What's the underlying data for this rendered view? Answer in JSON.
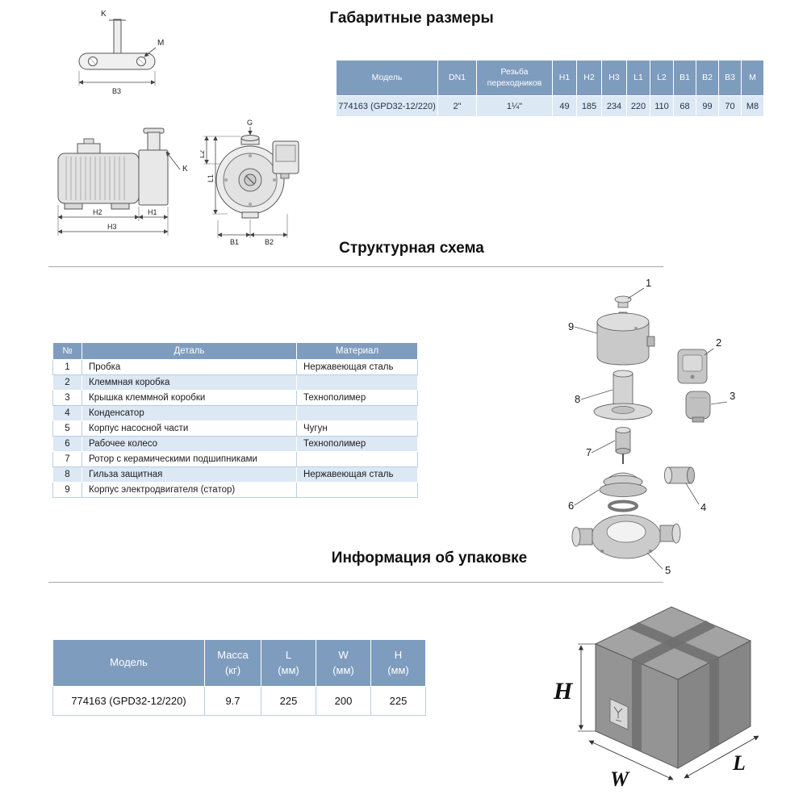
{
  "titles": {
    "dimensions": "Габаритные размеры",
    "structure": "Структурная схема",
    "packaging": "Информация об упаковке"
  },
  "colors": {
    "header_bg": "#7E9CBE",
    "row_alt_bg": "#DCE8F4",
    "grid_line": "#B9CEE0",
    "divider": "#A8A8A8"
  },
  "dim_table": {
    "headers": [
      "Модель",
      "DN1",
      "Резьба переходников",
      "H1",
      "H2",
      "H3",
      "L1",
      "L2",
      "B1",
      "B2",
      "B3",
      "M"
    ],
    "row": [
      "774163 (GPD32-12/220)",
      "2\"",
      "1¼\"",
      "49",
      "185",
      "234",
      "220",
      "110",
      "68",
      "99",
      "70",
      "M8"
    ]
  },
  "parts_table": {
    "headers": [
      "№",
      "Деталь",
      "Материал"
    ],
    "rows": [
      [
        "1",
        "Пробка",
        "Нержавеющая сталь"
      ],
      [
        "2",
        "Клеммная коробка",
        ""
      ],
      [
        "3",
        "Крышка клеммной коробки",
        "Технополимер"
      ],
      [
        "4",
        "Конденсатор",
        ""
      ],
      [
        "5",
        "Корпус насосной части",
        "Чугун"
      ],
      [
        "6",
        "Рабочее колесо",
        "Технополимер"
      ],
      [
        "7",
        "Ротор с керамическими подшипниками",
        ""
      ],
      [
        "8",
        "Гильза защитная",
        "Нержавеющая сталь"
      ],
      [
        "9",
        "Корпус электродвигателя (статор)",
        ""
      ]
    ]
  },
  "pack_table": {
    "headers": [
      {
        "label": "Модель",
        "unit": ""
      },
      {
        "label": "Масса",
        "unit": "(кг)"
      },
      {
        "label": "L",
        "unit": "(мм)"
      },
      {
        "label": "W",
        "unit": "(мм)"
      },
      {
        "label": "H",
        "unit": "(мм)"
      }
    ],
    "row": [
      "774163 (GPD32-12/220)",
      "9.7",
      "225",
      "200",
      "225"
    ]
  },
  "drawings": {
    "bracket": {
      "k": "K",
      "m": "M",
      "b3": "B3"
    },
    "side": {
      "k": "K",
      "h1": "H1",
      "h2": "H2",
      "h3": "H3"
    },
    "front": {
      "g": "G",
      "l1": "L1",
      "l2": "L2",
      "b1": "B1",
      "b2": "B2"
    },
    "exploded": {
      "c1": "1",
      "c2": "2",
      "c3": "3",
      "c4": "4",
      "c5": "5",
      "c6": "6",
      "c7": "7",
      "c8": "8",
      "c9": "9"
    },
    "box": {
      "h": "H",
      "w": "W",
      "l": "L"
    }
  }
}
